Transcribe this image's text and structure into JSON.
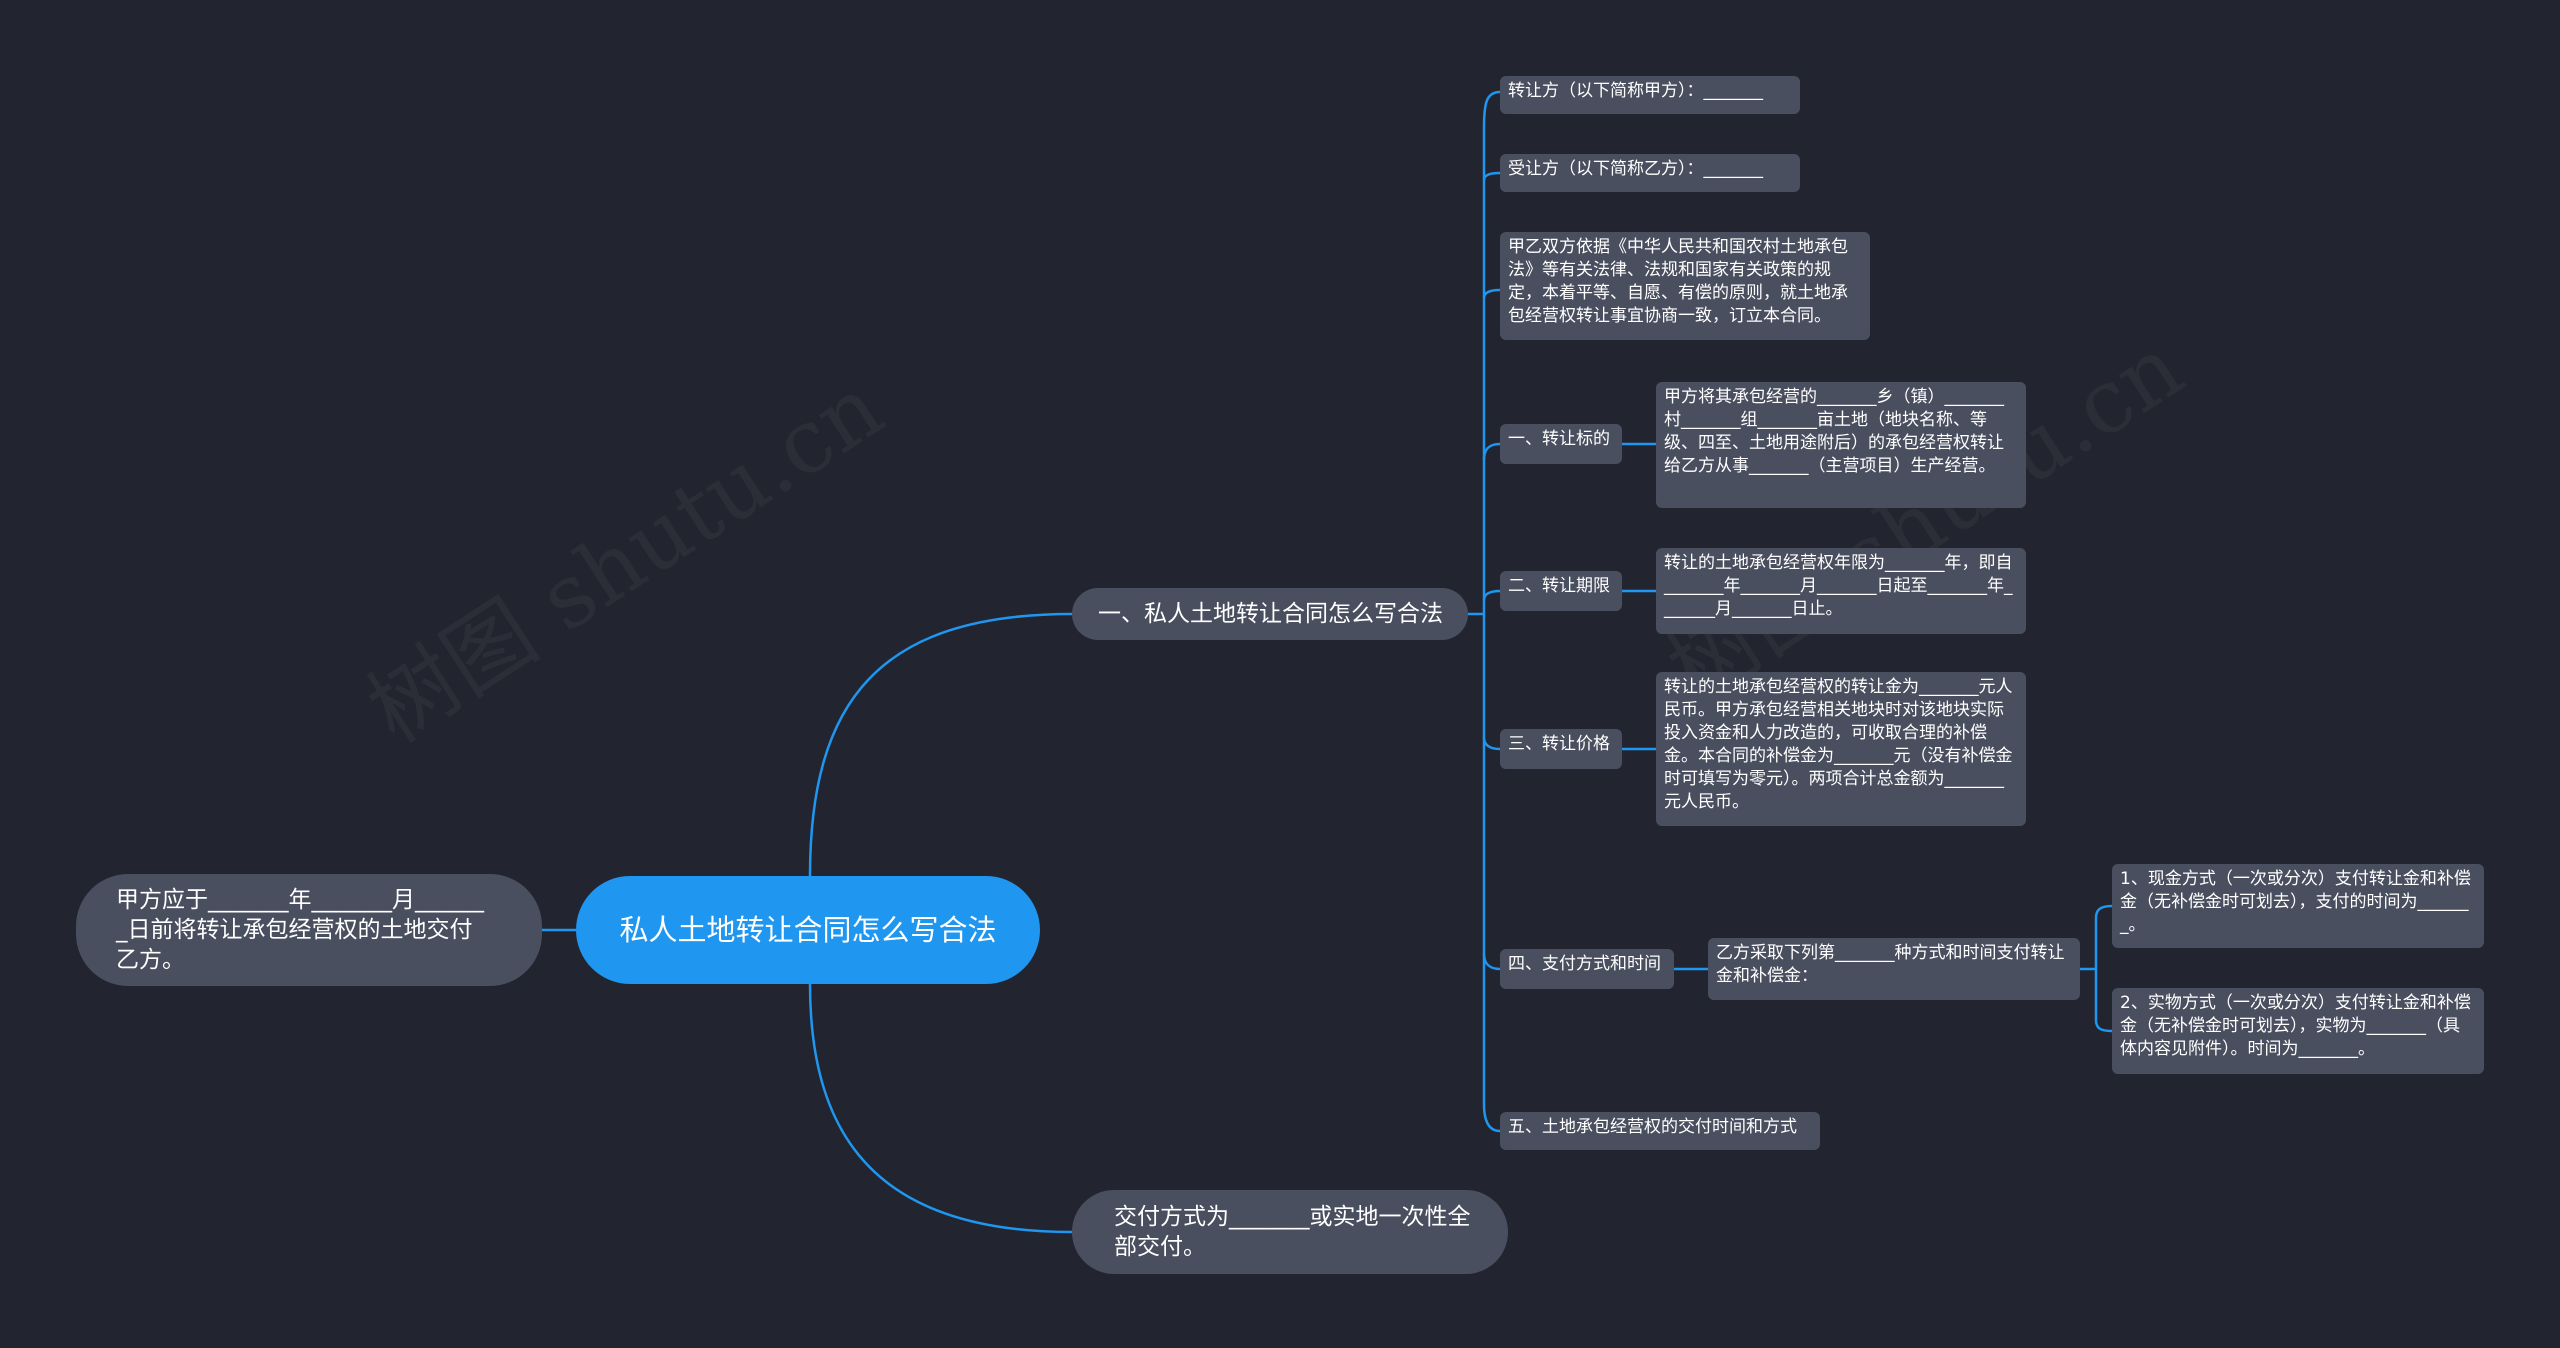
{
  "root": {
    "text": "私人土地转让合同怎么写合法"
  },
  "left": {
    "text": "甲方应于_______年_______月_______日前将转让承包经营权的土地交付乙方。"
  },
  "branch1": {
    "text": "一、私人土地转让合同怎么写合法"
  },
  "branch2": {
    "text": "交付方式为_______或实地一次性全部交付。"
  },
  "items": {
    "transferor": "转让方（以下简称甲方）：_______",
    "transferee": "受让方（以下简称乙方）：_______",
    "preamble": "甲乙双方依据《中华人民共和国农村土地承包法》等有关法律、法规和国家有关政策的规定，本着平等、自愿、有偿的原则，就土地承包经营权转让事宜协商一致，订立本合同。",
    "s1": "一、转让标的",
    "s1_detail": "甲方将其承包经营的_______乡（镇）_______村_______组_______亩土地（地块名称、等级、四至、土地用途附后）的承包经营权转让给乙方从事_______（主营项目）生产经营。",
    "s2": "二、转让期限",
    "s2_detail": "转让的土地承包经营权年限为_______年，即自_______年_______月_______日起至_______年_______月_______日止。",
    "s3": "三、转让价格",
    "s3_detail": "转让的土地承包经营权的转让金为_______元人民币。甲方承包经营相关地块时对该地块实际投入资金和人力改造的，可收取合理的补偿金。本合同的补偿金为_______元（没有补偿金时可填写为零元）。两项合计总金额为_______元人民币。",
    "s4": "四、支付方式和时间",
    "s4_detail": "乙方采取下列第_______种方式和时间支付转让金和补偿金：",
    "s4_opt1": "1、现金方式（一次或分次）支付转让金和补偿金（无补偿金时可划去），支付的时间为_______。",
    "s4_opt2": "2、实物方式（一次或分次）支付转让金和补偿金（无补偿金时可划去），实物为_______（具体内容见附件）。时间为_______。",
    "s5": "五、土地承包经营权的交付时间和方式"
  },
  "watermark": {
    "text": "树图 shutu.cn"
  },
  "colors": {
    "background": "#22252f",
    "root": "#1f96f0",
    "node": "#4a4f5f",
    "link": "#1f96f0",
    "text": "#ffffff"
  }
}
